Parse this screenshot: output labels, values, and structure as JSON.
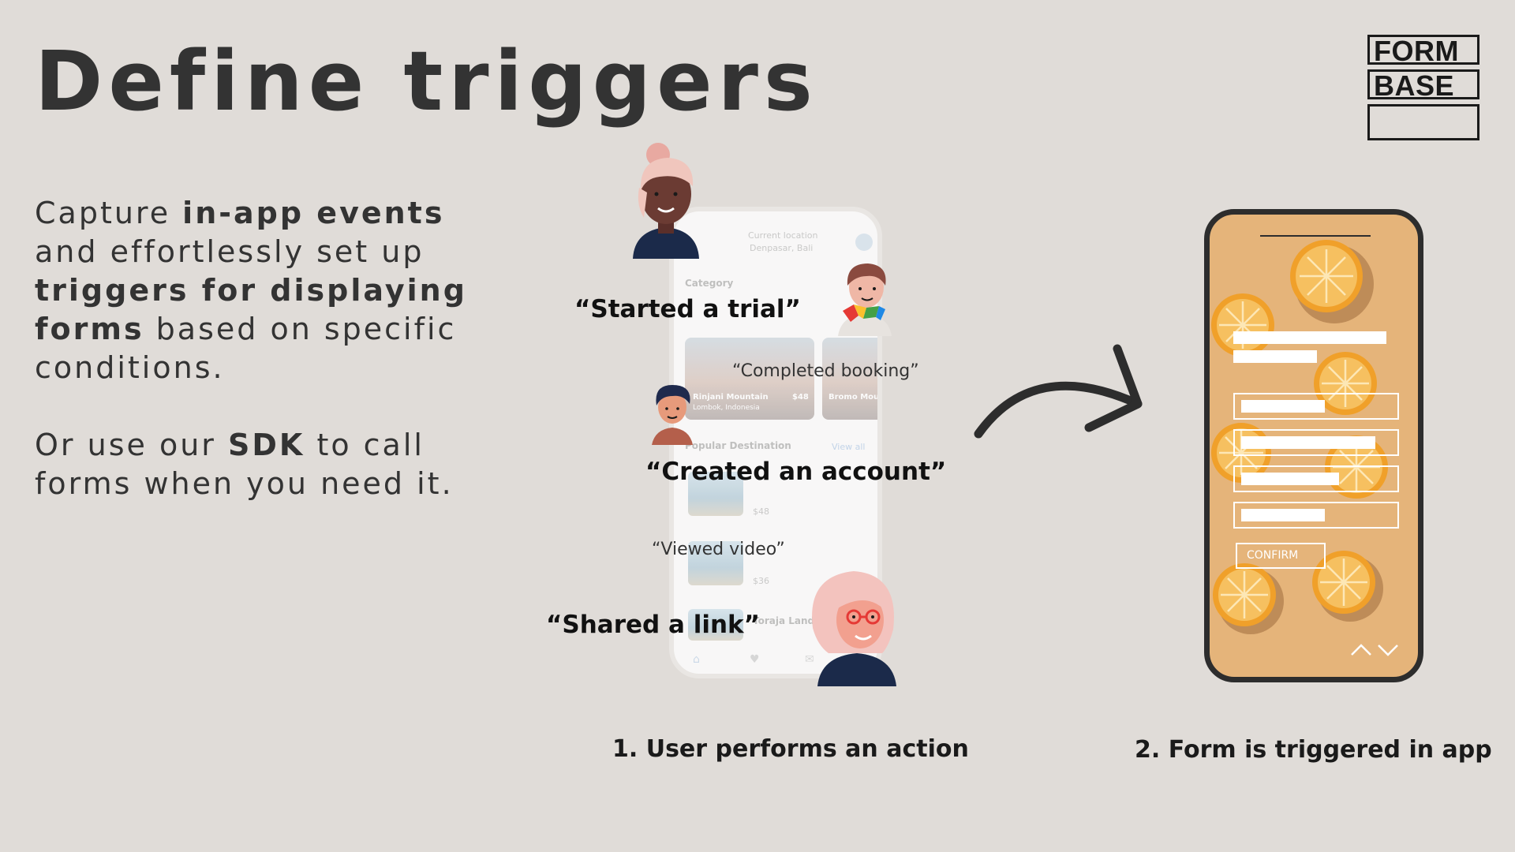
{
  "title": "Define triggers",
  "intro": {
    "p1": {
      "t1": "Capture ",
      "b1": "in-app events",
      "t2": " and effortlessly set up ",
      "b2": "triggers for displaying forms",
      "t3": " based on specific conditions."
    },
    "p2": {
      "t1": "Or use our ",
      "b1": "SDK",
      "t2": " to call forms when you need it."
    }
  },
  "logo": {
    "line1": "FORM",
    "line2": "BASE"
  },
  "app_screen": {
    "location_label": "Current location",
    "location_value": "Denpasar, Bali",
    "category_label": "Category",
    "card1_title": "Rinjani Mountain",
    "card1_sub": "Lombok, Indonesia",
    "card1_price": "$48",
    "card2_title": "Bromo Mountain",
    "popular_label": "Popular Destination",
    "view_all": "View all",
    "item1_price": "$48",
    "item2_price": "$36",
    "item3_title": "Toraja Land"
  },
  "triggers": {
    "started_trial": "“Started a trial”",
    "completed_booking": "“Completed booking”",
    "created_account": "“Created an account”",
    "viewed_video": "“Viewed video”",
    "shared_link": "“Shared a link”"
  },
  "form_screen": {
    "confirm_label": "CONFIRM"
  },
  "steps": {
    "step1": "1. User performs an action",
    "step2": "2. Form is triggered in app"
  },
  "colors": {
    "background": "#e0dcd8",
    "form_background": "#e5b47a",
    "orange": "#f0a02a",
    "ink": "#2d2d2d"
  }
}
